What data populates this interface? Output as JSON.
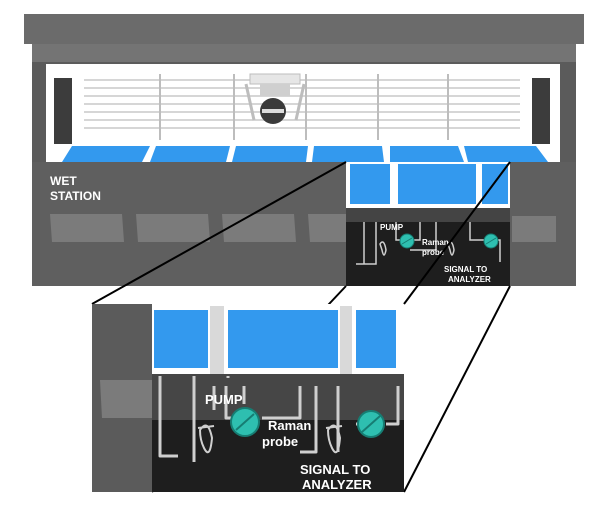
{
  "labels": {
    "station_line1": "WET",
    "station_line2": "STATION",
    "pump": "PUMP",
    "raman_line1": "Raman",
    "raman_line2": "probe",
    "signal_line1": "SIGNAL TO",
    "signal_line2": "ANALYZER"
  },
  "colors": {
    "cabinet": "#5b5b5b",
    "cabinet_dark": "#464646",
    "roof": "#6b6b6b",
    "panel": "#7b7b7b",
    "liquid": "#3399ee",
    "probe": "#2ebfb0",
    "plumbing": "#1e1e1e",
    "pipe": "#cfcfcf",
    "text_light": "#ffffff"
  }
}
